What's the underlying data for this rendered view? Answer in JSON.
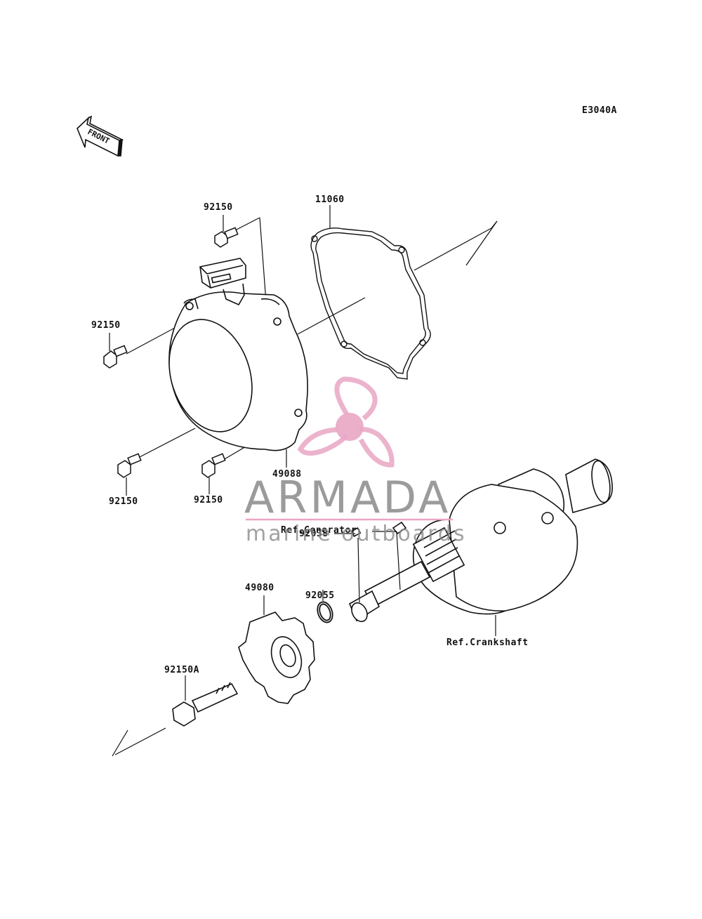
{
  "diagram_code": "E3040A",
  "front_label": "FRONT",
  "parts": {
    "bolt_top": "92150",
    "bolt_left": "92150",
    "bolt_bottom_left": "92150",
    "bolt_bottom_right": "92150",
    "gasket": "11060",
    "recoil_starter": "49088",
    "starter_pulley": "49080",
    "o_ring": "92055",
    "key": "92038",
    "flange_bolt": "92150A"
  },
  "refs": {
    "generator": "Ref.Generator",
    "crankshaft": "Ref.Crankshaft"
  },
  "watermark": {
    "name": "ARMADA",
    "subtitle": "marine outboards",
    "accent_color": "#e9a6c4",
    "text_color": "#8a8a8a"
  },
  "colors": {
    "line": "#111111",
    "background": "#ffffff"
  }
}
